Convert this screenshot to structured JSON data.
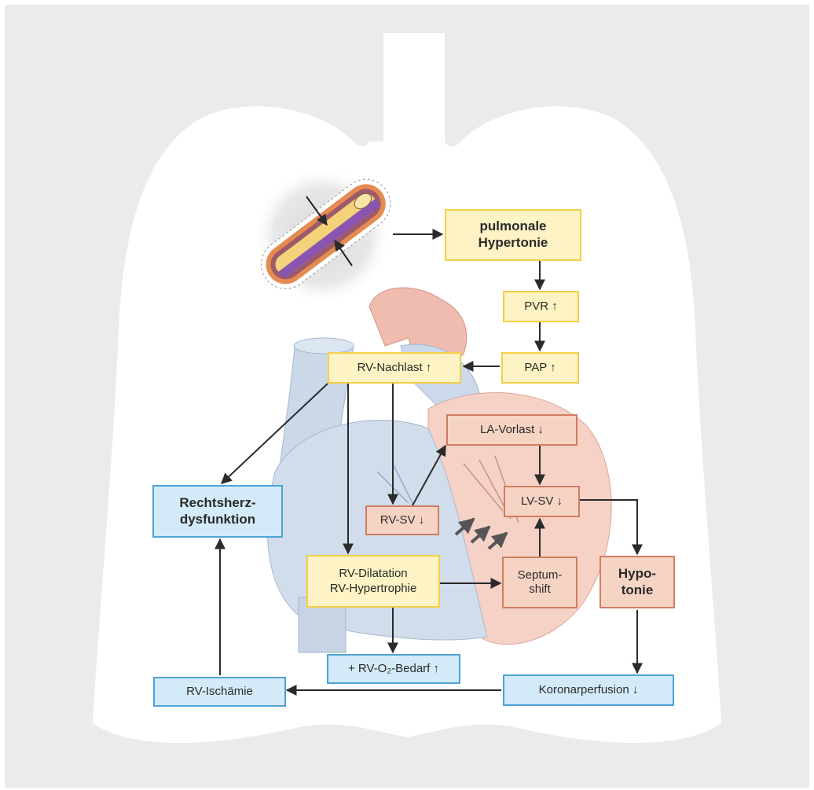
{
  "diagram": {
    "pulmonale_hypertonie": "pulmonale\nHypertonie",
    "pvr": "PVR ↑",
    "pap": "PAP ↑",
    "rv_nachlast": "RV-Nachlast ↑",
    "la_vorlast": "LA-Vorlast ↓",
    "lv_sv": "LV-SV ↓",
    "rv_sv": "RV-SV ↓",
    "rechtsherz": "Rechtsherz-\ndysfunktion",
    "rv_dilatation": "RV-Dilatation\nRV-Hypertrophie",
    "septumshift": "Septum-\nshift",
    "hypotonie": "Hypo-\ntonie",
    "rv_o2": "+ RV-O₂-Bedarf ↑",
    "rv_ischaemie": "RV-Ischämie",
    "koronarperfusion": "Koronarperfusion ↓"
  },
  "colors": {
    "yellow_fill": "#fdf3c4",
    "yellow_border": "#f3cf46",
    "salmon_fill": "#f6d4c4",
    "salmon_border": "#cf7d62",
    "blue_fill": "#d3ebf8",
    "blue_border": "#4ea3d4",
    "arrow": "#2b2b2b"
  }
}
